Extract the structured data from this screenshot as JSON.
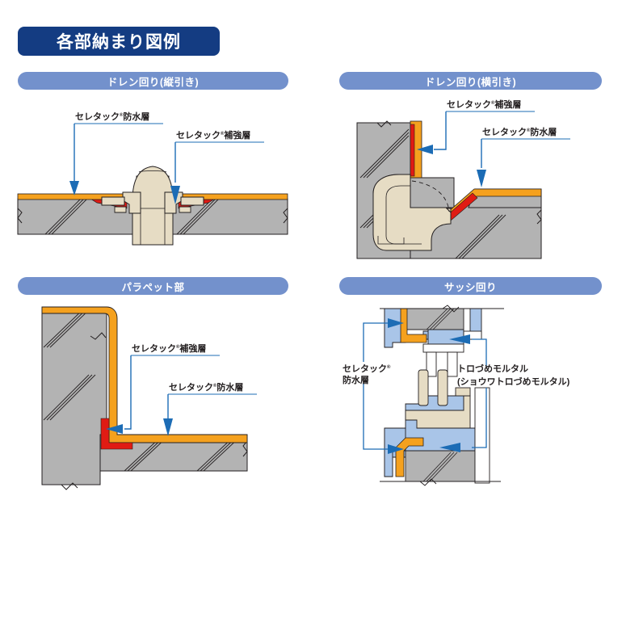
{
  "page": {
    "title": "各部納まり図例",
    "background": "#ffffff"
  },
  "colors": {
    "title_pill": "#143C82",
    "section_pill": "#7391CC",
    "title_text": "#FFFFFF",
    "concrete": "#B3B3B3",
    "waterproof_orange": "#F5A11E",
    "reinforce_red": "#E01B13",
    "drain_beige": "#E6DCC4",
    "mortar_blue": "#A9C5E8",
    "leader_blue": "#1C6CB5",
    "outline": "#231F20",
    "label_text": "#231F20"
  },
  "sections": [
    {
      "id": "drain-vertical",
      "header": "ドレン回り(縦引き)",
      "labels": [
        {
          "text": "セレタック",
          "sup": "®",
          "text2": "防水層"
        },
        {
          "text": "セレタック",
          "sup": "®",
          "text2": "補強層"
        }
      ]
    },
    {
      "id": "drain-horizontal",
      "header": "ドレン回り(横引き)",
      "labels": [
        {
          "text": "セレタック",
          "sup": "®",
          "text2": "補強層"
        },
        {
          "text": "セレタック",
          "sup": "®",
          "text2": "防水層"
        }
      ]
    },
    {
      "id": "parapet",
      "header": "パラペット部",
      "labels": [
        {
          "text": "セレタック",
          "sup": "®",
          "text2": "補強層"
        },
        {
          "text": "セレタック",
          "sup": "®",
          "text2": "防水層"
        }
      ]
    },
    {
      "id": "sash",
      "header": "サッシ回り",
      "labels": [
        {
          "text": "セレタック",
          "sup": "®",
          "text2": ""
        },
        {
          "text": "防水層",
          "sup": "",
          "text2": ""
        },
        {
          "text": "トロづめモルタル",
          "sup": "",
          "text2": ""
        },
        {
          "text": "(ショウワトロづめモルタル)",
          "sup": "",
          "text2": ""
        }
      ]
    }
  ],
  "legend_terms": {
    "waterproof_layer": "セレタック®防水層",
    "reinforcement_layer": "セレタック®補強層",
    "mortar": "トロづめモルタル",
    "mortar_brand": "(ショウワトロづめモルタル)"
  }
}
